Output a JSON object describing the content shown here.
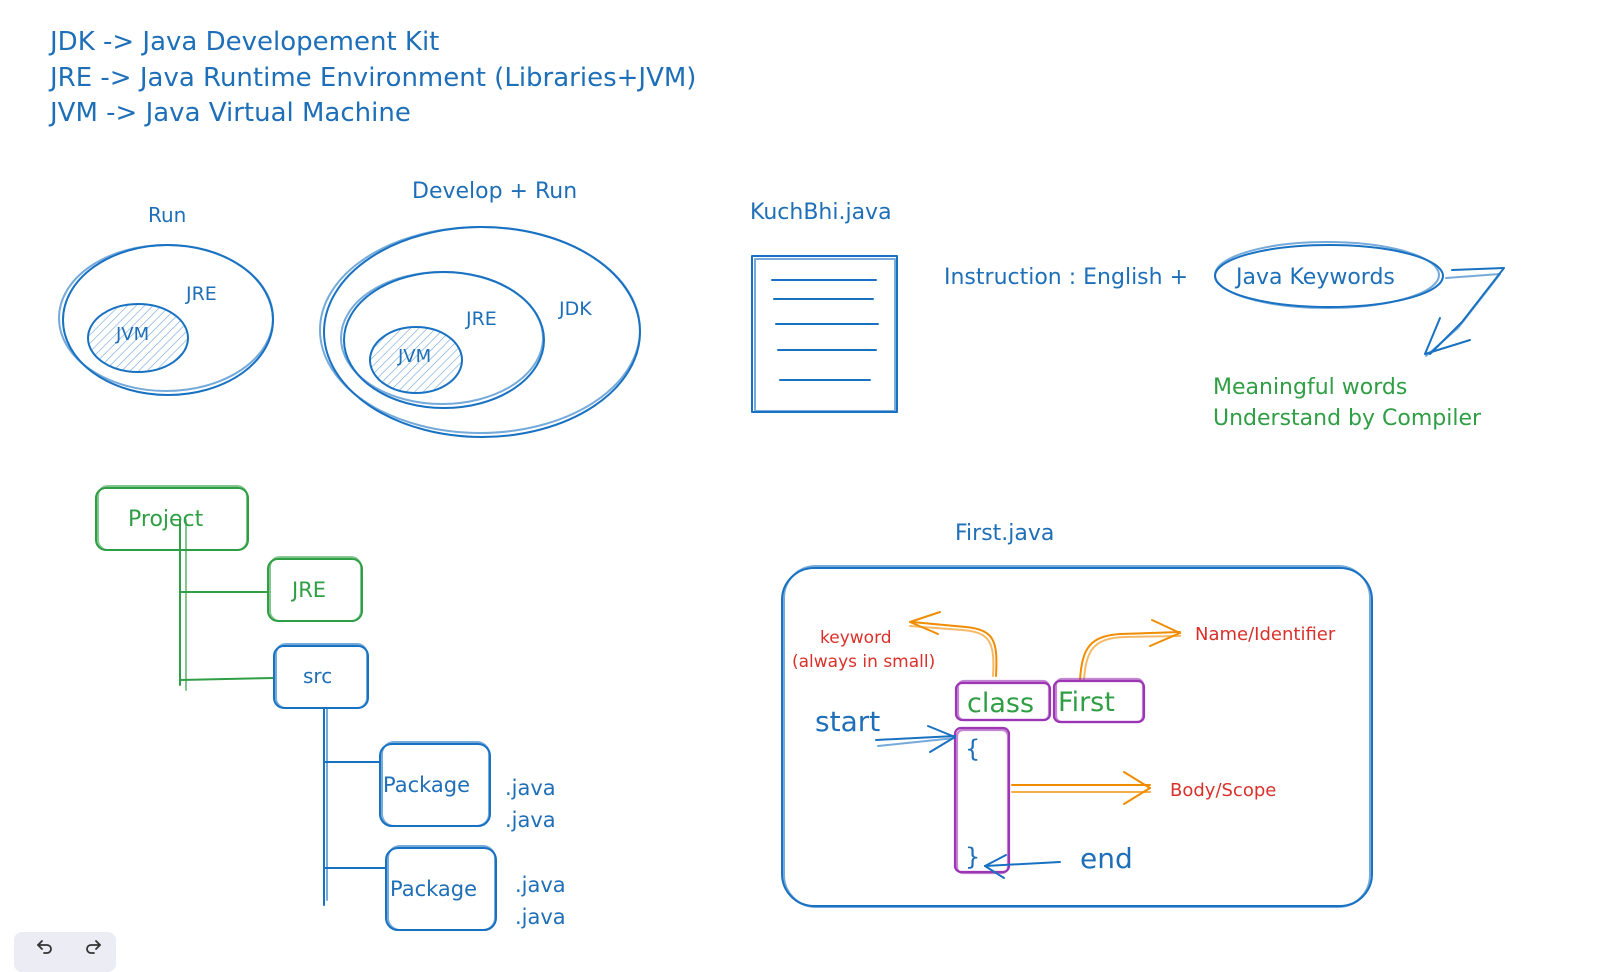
{
  "header": {
    "line1": "JDK -> Java Developement Kit",
    "line2": "JRE -> Java Runtime Environment (Libraries+JVM)",
    "line3": "JVM -> Java Virtual Machine"
  },
  "venn_run": {
    "title": "Run",
    "outer": "JRE",
    "inner": "JVM"
  },
  "venn_dev": {
    "title": "Develop + Run",
    "outer": "JDK",
    "middle": "JRE",
    "inner": "JVM"
  },
  "file1": {
    "name": "KuchBhi.java",
    "instruction_prefix": "Instruction : English +",
    "keywords": "Java Keywords",
    "meaning1": "Meaningful words",
    "meaning2": "Understand by Compiler"
  },
  "tree": {
    "project": "Project",
    "jre": "JRE",
    "src": "src",
    "package1": "Package",
    "package2": "Package",
    "java": ".java"
  },
  "file2": {
    "name": "First.java",
    "keyword_note1": "keyword",
    "keyword_note2": "(always in small)",
    "name_note": "Name/Identifier",
    "kw_class": "class",
    "kw_first": "First",
    "start": "start",
    "open_brace": "{",
    "close_brace": "}",
    "body_note": "Body/Scope",
    "end": "end"
  },
  "toolbar": {
    "undo_icon": "undo-icon",
    "redo_icon": "redo-icon"
  },
  "colors": {
    "blue": "#1971c2",
    "green": "#2f9e44",
    "orange": "#f08c00",
    "purple": "#9c36b5",
    "red": "#d9302a"
  }
}
